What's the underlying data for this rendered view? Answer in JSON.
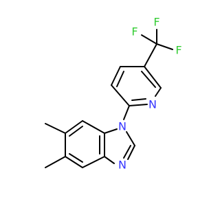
{
  "colors": {
    "background": "#ffffff",
    "bond": "#000000",
    "nitrogen": "#3333ff",
    "fluorine": "#33cc33"
  },
  "atoms": {
    "f_top": "F",
    "f_right": "F",
    "f_left": "F",
    "n_pyridine": "N",
    "n_imidazole_1": "N",
    "n_imidazole_3": "N"
  }
}
